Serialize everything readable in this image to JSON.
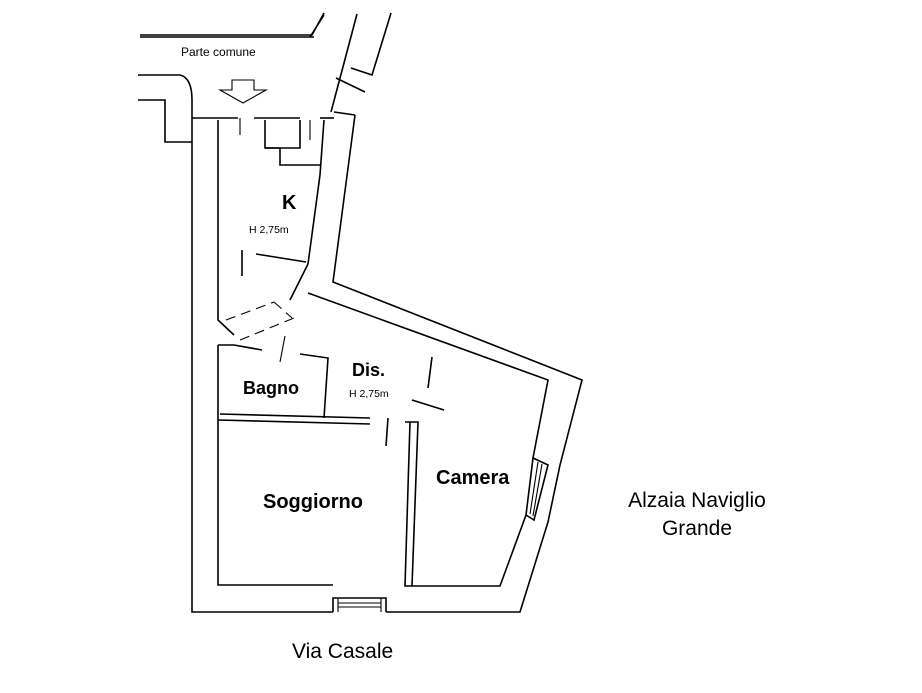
{
  "common_area": {
    "label": "Parte comune"
  },
  "rooms": {
    "kitchen": {
      "name": "K",
      "height": "H 2,75m"
    },
    "hall": {
      "name": "Dis.",
      "height": "H 2,75m"
    },
    "bathroom": {
      "name": "Bagno"
    },
    "living": {
      "name": "Soggiorno"
    },
    "bedroom": {
      "name": "Camera"
    }
  },
  "streets": {
    "south": "Via Casale",
    "east_line1": "Alzaia Naviglio",
    "east_line2": "Grande"
  },
  "icons": {
    "entrance": "entrance-arrow-icon"
  }
}
